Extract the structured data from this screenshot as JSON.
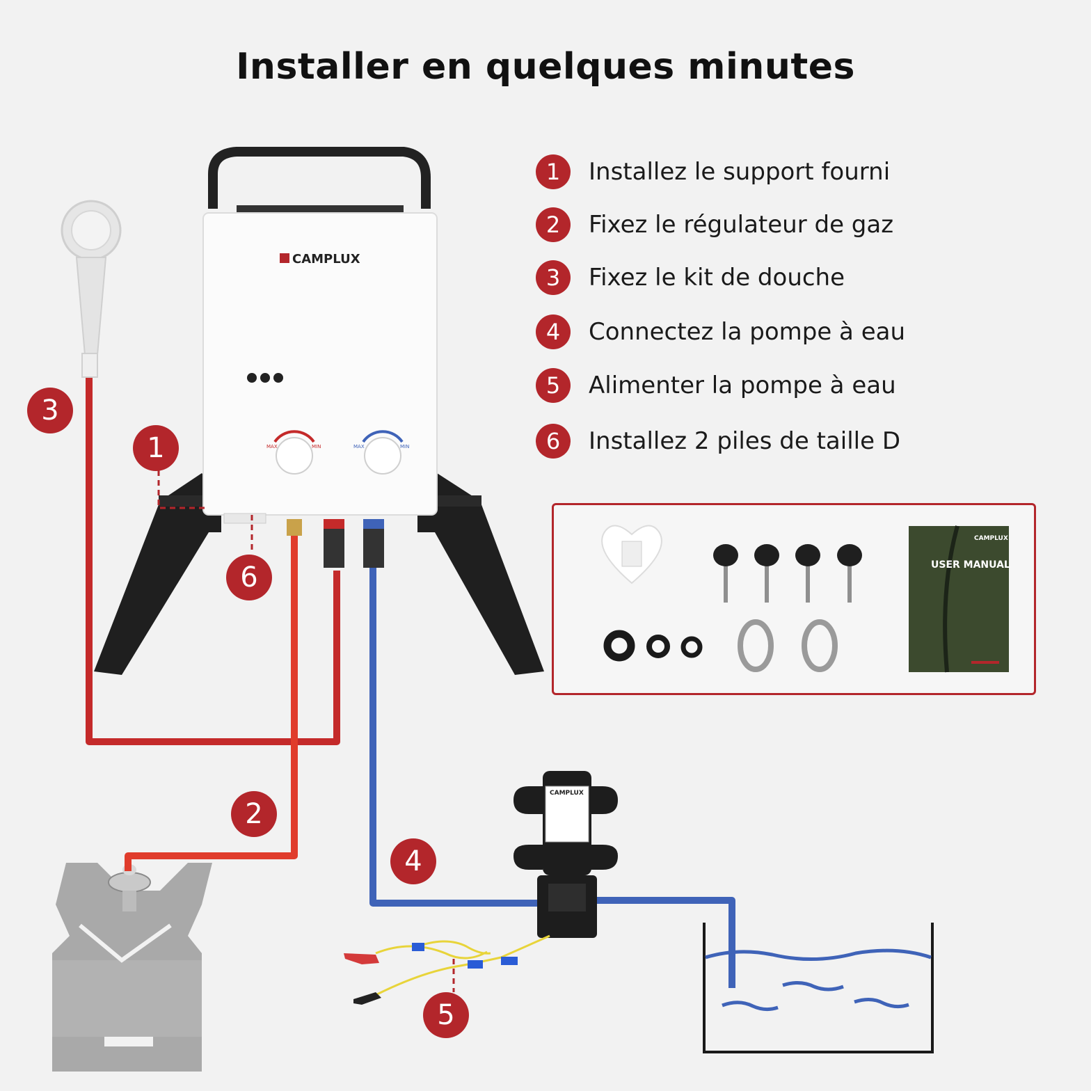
{
  "title": "Installer en quelques minutes",
  "steps": [
    {
      "num": "1",
      "text": "Installez le support fourni"
    },
    {
      "num": "2",
      "text": "Fixez le régulateur de gaz"
    },
    {
      "num": "3",
      "text": "Fixez le kit de douche"
    },
    {
      "num": "4",
      "text": "Connectez la pompe à eau"
    },
    {
      "num": "5",
      "text": "Alimenter la pompe à eau"
    },
    {
      "num": "6",
      "text": "Installez 2 piles de taille D"
    }
  ],
  "callouts": {
    "c1": "1",
    "c2": "2",
    "c3": "3",
    "c4": "4",
    "c5": "5",
    "c6": "6"
  },
  "heater": {
    "brand": "CAMPLUX",
    "knob_left_max": "MAX",
    "knob_left_min": "MIN",
    "knob_right_max": "MAX",
    "knob_right_min": "MIN"
  },
  "pump": {
    "brand": "CAMPLUX"
  },
  "kit": {
    "manual_brand": "CAMPLUX",
    "manual_title": "USER MANUAL"
  },
  "colors": {
    "accent": "#b3262b",
    "hot_pipe": "#c42a2a",
    "gas_pipe": "#e03c2c",
    "cold_pipe": "#3f63b8",
    "water": "#3f63b8"
  }
}
